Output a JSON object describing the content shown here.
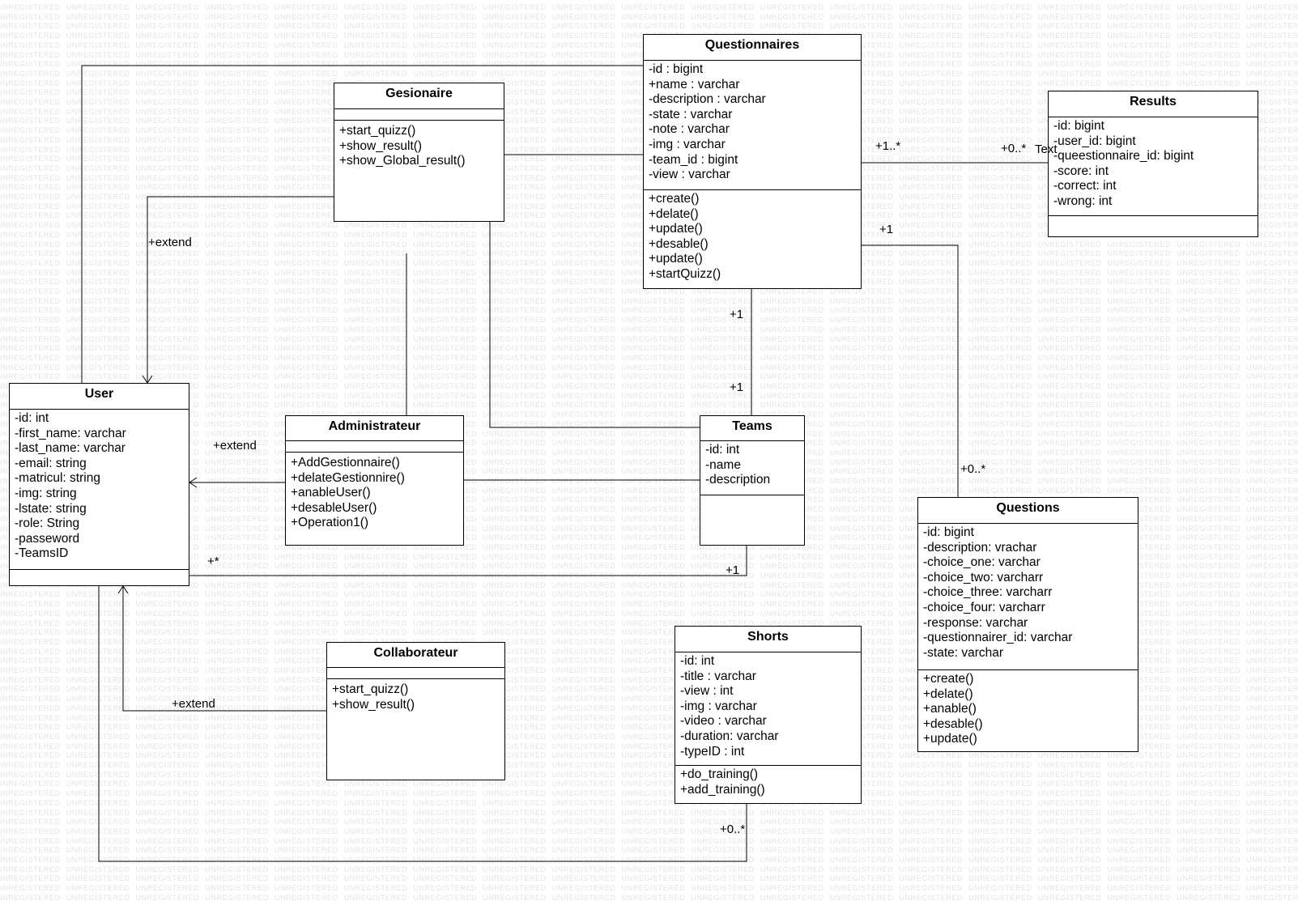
{
  "watermark": "UNREGISTERED",
  "classes": {
    "questionnaires": {
      "name": "Questionnaires",
      "attributes": [
        "-id : bigint",
        "+name : varchar",
        "-description :  varchar",
        "-state : varchar",
        "-note : varchar",
        "-img : varchar",
        "-team_id : bigint",
        "-view :  varchar"
      ],
      "operations": [
        "+create()",
        "+delate()",
        "+update()",
        "+desable()",
        "+update()",
        "+startQuizz()"
      ]
    },
    "gesionaire": {
      "name": "Gesionaire",
      "attributes": [],
      "operations": [
        "+start_quizz()",
        "+show_result()",
        "+show_Global_result()"
      ]
    },
    "results": {
      "name": "Results",
      "attributes": [
        "-id: bigint",
        "-user_id: bigint",
        "-queestionnaire_id: bigint",
        "-score: int",
        "-correct: int",
        "-wrong: int"
      ],
      "operations": []
    },
    "user": {
      "name": "User",
      "attributes": [
        "-id: int",
        "-first_name: varchar",
        "-last_name: varchar",
        "-email: string",
        "-matricul: string",
        "-img: string",
        "-lstate: string",
        "-role: String",
        "-passeword",
        "-TeamsID"
      ],
      "operations": []
    },
    "administrateur": {
      "name": "Administrateur",
      "attributes": [],
      "operations": [
        "+AddGestionnaire()",
        "+delateGestionnire()",
        "+anableUser()",
        "+desableUser()",
        "+Operation1()"
      ]
    },
    "teams": {
      "name": "Teams",
      "attributes": [
        "-id: int",
        "-name",
        "-description"
      ],
      "operations": []
    },
    "questions": {
      "name": "Questions",
      "attributes": [
        "-id: bigint",
        "-description: vrachar",
        "-choice_one: varchar",
        "-choice_two: varcharr",
        "-choice_three: varcharr",
        "-choice_four: varcharr",
        "-response: varchar",
        "-questionnairer_id: varchar",
        "-state: varchar"
      ],
      "operations": [
        "+create()",
        "+delate()",
        "+anable()",
        "+desable()",
        "+update()"
      ]
    },
    "collaborateur": {
      "name": "Collaborateur",
      "attributes": [],
      "operations": [
        "+start_quizz()",
        "+show_result()"
      ]
    },
    "shorts": {
      "name": "Shorts",
      "attributes": [
        "-id: int",
        "-title :  varchar",
        "-view : int",
        "-img : varchar",
        "-video : varchar",
        "-duration: varchar",
        "-typeID : int"
      ],
      "operations": [
        "+do_training()",
        "+add_training()"
      ]
    }
  },
  "labels": {
    "q_results_left": "+1..*",
    "q_results_right": "+0..*",
    "q_results_text": "Text",
    "q_questions": "+1",
    "q_teams_top": "+1",
    "teams_q_bottom": "+1",
    "questions_top": "+0..*",
    "gesionaire_extend": "+extend",
    "admin_extend": "+extend",
    "collab_extend": "+extend",
    "user_many": "+*",
    "teams_user": "+1",
    "shorts_many": "+0..*"
  }
}
